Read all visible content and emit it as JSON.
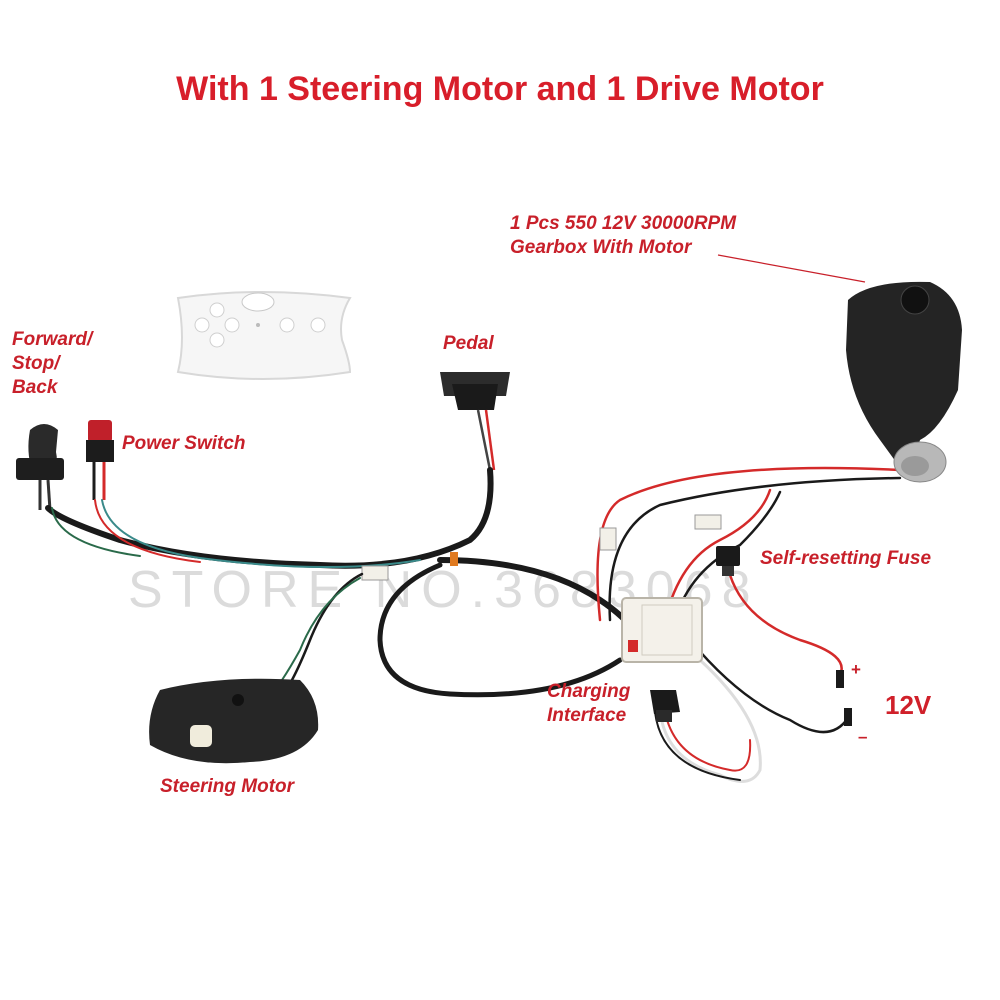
{
  "title": "With 1 Steering Motor and 1 Drive Motor",
  "watermark": "STORE NO.3683068",
  "labels": {
    "drive_motor": [
      "1 Pcs 550 12V 30000RPM",
      "Gearbox With Motor"
    ],
    "gear_switch": [
      "Forward/",
      "Stop/",
      "Back"
    ],
    "power_switch": "Power Switch",
    "pedal": "Pedal",
    "fuse": "Self-resetting Fuse",
    "charging": [
      "Charging",
      "Interface"
    ],
    "steering_motor": "Steering Motor",
    "battery_voltage": "12V",
    "plus": "+",
    "minus": "–"
  },
  "colors": {
    "label_red": "#c8202a",
    "title_red": "#d81e2a",
    "wire_black": "#1a1a1a",
    "wire_red": "#d42a2a",
    "controller_white": "#f4f1ea"
  }
}
